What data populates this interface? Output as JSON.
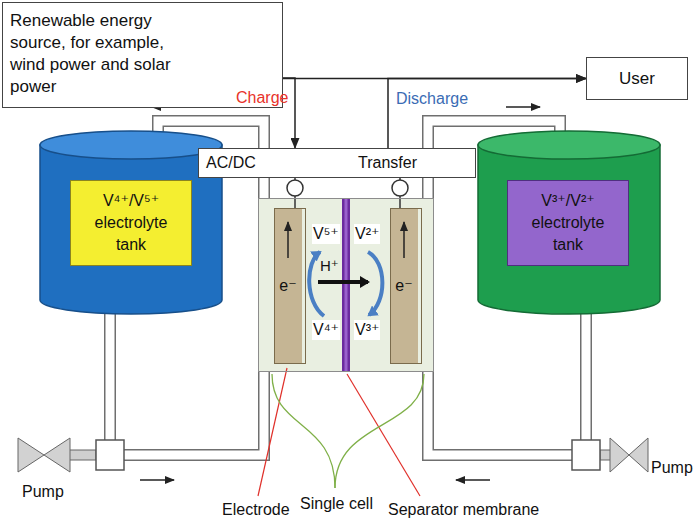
{
  "diagram": {
    "nodes": [
      {
        "text": [
          "Renewable energy source, for example, wind power and solar power"
        ]
      },
      {
        "text": [
          "User"
        ]
      },
      {
        "text": [
          "AC/DC",
          "Transfer"
        ]
      },
      {
        "text": [
          "V⁴⁺/V⁵⁺ electrolyte tank"
        ]
      },
      {
        "text": [
          "V⁵⁺",
          "V²⁺",
          "H⁺",
          "V⁴⁺",
          "V³⁺"
        ]
      },
      {
        "text": [
          "e⁻"
        ],
        "in": 4
      },
      {
        "text": [
          "e⁻"
        ],
        "in": 4
      },
      {
        "text": [
          "V³⁺/V²⁺ electrolyte tank"
        ]
      }
    ],
    "edges": [
      {
        "from": 0,
        "to": 1,
        "arrow": "to"
      },
      {
        "from": 0,
        "to": 2,
        "arrow": "to",
        "label": "Charge"
      },
      {
        "from": 2,
        "to": 1,
        "arrow": "to",
        "label": "Discharge"
      }
    ],
    "labels": [
      "Pump",
      "Electrode",
      "Single cell",
      "Separator membrane",
      "Pump"
    ]
  }
}
